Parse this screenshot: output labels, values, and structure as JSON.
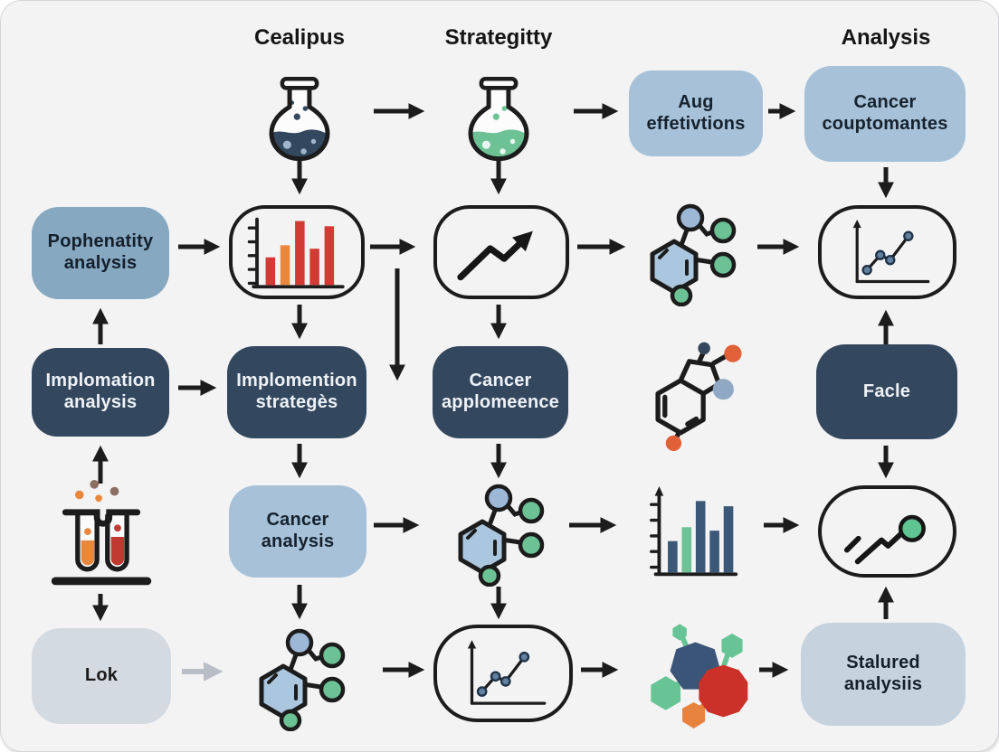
{
  "headers": {
    "materials": "Cealipus",
    "strategy": "Strategitty",
    "analysis": "Analysis"
  },
  "nodes": {
    "aug_effetivtions": "Aug\neffetivtions",
    "cancer_couptomantes": "Cancer\ncouptomantes",
    "pophenatity_analysis": "Pophenatity\nanalysis",
    "implomation_analysis": "Implomation\nanalysis",
    "implomention_strateges": "Implomention\nstrategès",
    "cancer_applomeence": "Cancer\napplomeence",
    "facle": "Facle",
    "cancer_analysis": "Cancer\nanalysis",
    "lok": "Lok",
    "stalured_analysis": "Stalured\nanalysiis"
  },
  "icons": {
    "flask_dark": "flask-dark-liquid-icon",
    "flask_green": "flask-green-liquid-icon",
    "bar_chart_red": "red-orange-bar-chart-icon",
    "trend_arrow": "upward-trend-arrow-icon",
    "molecule": "molecule-ring-icon",
    "dot_line_chart": "dot-line-chart-icon",
    "chem_structure": "chemical-structure-icon",
    "test_tubes": "test-tube-rack-icon",
    "bar_chart_blue": "blue-green-bar-chart-icon",
    "trend_dot_pill": "trend-line-green-dot-icon",
    "molecule_colorful": "colorful-molecule-icon"
  },
  "colors": {
    "background": "#f3f3f4",
    "box_light_blue": "#a6c1d8",
    "box_mid_blue": "#86a8c1",
    "box_dark_navy": "#33475e",
    "box_pale": "#d4dae2",
    "box_pale_blue": "#c7d2df",
    "arrow_black": "#1c1c1c",
    "arrow_gray": "#b9bec6",
    "red": "#d23b33",
    "bright_red": "#cc3129",
    "orange": "#e8883f",
    "deep_orange": "#e06038",
    "green": "#6cc294",
    "steel_blue": "#9db8d6",
    "navy": "#33475e",
    "bar_navy": "#3b5878"
  }
}
